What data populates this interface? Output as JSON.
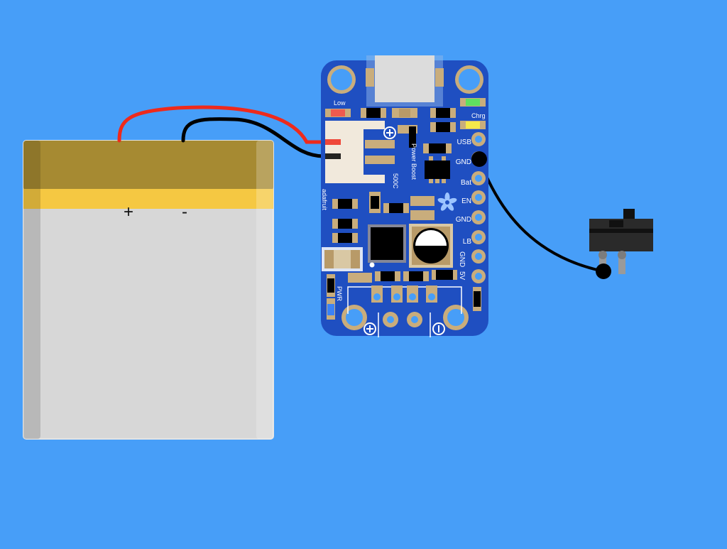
{
  "colors": {
    "background": "#479ef8",
    "pcb": "#1f4fc1",
    "pad": "#c9ad7c",
    "wire_red": "#ee2a1c",
    "wire_black": "#000000",
    "battery_top": "#a68a32",
    "battery_band": "#f5c842",
    "battery_body": "#d7d7d7"
  },
  "battery": {
    "plus_label": "+",
    "minus_label": "-"
  },
  "board": {
    "brand": "adafruit",
    "power_boost_label": "Power Boost",
    "model_label": "500C",
    "low_led_label": "Low",
    "charge_led_label": "Chrg",
    "pwr_led_label": "PWR",
    "pins": [
      "USB",
      "GND",
      "Bat",
      "EN",
      "GND",
      "LB",
      "GND",
      "5V"
    ],
    "usb_plus_symbol": "+",
    "usb_minus_symbol": "−"
  },
  "switch": {
    "type_icon": "slide-switch-icon"
  }
}
